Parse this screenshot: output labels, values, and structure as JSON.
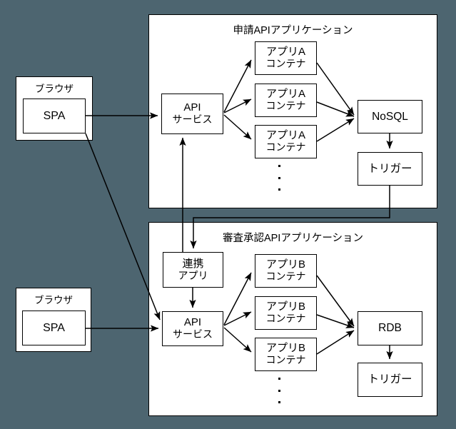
{
  "diagram": {
    "background_color": "#4d6570",
    "panels": [
      {
        "id": "apply",
        "title": "申請APIアプリケーション"
      },
      {
        "id": "review",
        "title": "審査承認APIアプリケーション"
      }
    ],
    "browsers": [
      {
        "id": "browser-top",
        "label": "ブラウザ",
        "app": "SPA"
      },
      {
        "id": "browser-bottom",
        "label": "ブラウザ",
        "app": "SPA"
      }
    ],
    "apply_panel": {
      "api_service": {
        "line1": "API",
        "line2": "サービス"
      },
      "containers": [
        {
          "line1": "アプリA",
          "line2": "コンテナ"
        },
        {
          "line1": "アプリA",
          "line2": "コンテナ"
        },
        {
          "line1": "アプリA",
          "line2": "コンテナ"
        }
      ],
      "ellipsis": "⋮",
      "datastore": {
        "label": "NoSQL"
      },
      "trigger": {
        "label": "トリガー"
      }
    },
    "review_panel": {
      "link_app": {
        "line1": "連携",
        "line2": "アプリ"
      },
      "api_service": {
        "line1": "API",
        "line2": "サービス"
      },
      "containers": [
        {
          "line1": "アプリB",
          "line2": "コンテナ"
        },
        {
          "line1": "アプリB",
          "line2": "コンテナ"
        },
        {
          "line1": "アプリB",
          "line2": "コンテナ"
        }
      ],
      "ellipsis": "⋮",
      "datastore": {
        "label": "RDB"
      },
      "trigger": {
        "label": "トリガー"
      }
    }
  }
}
